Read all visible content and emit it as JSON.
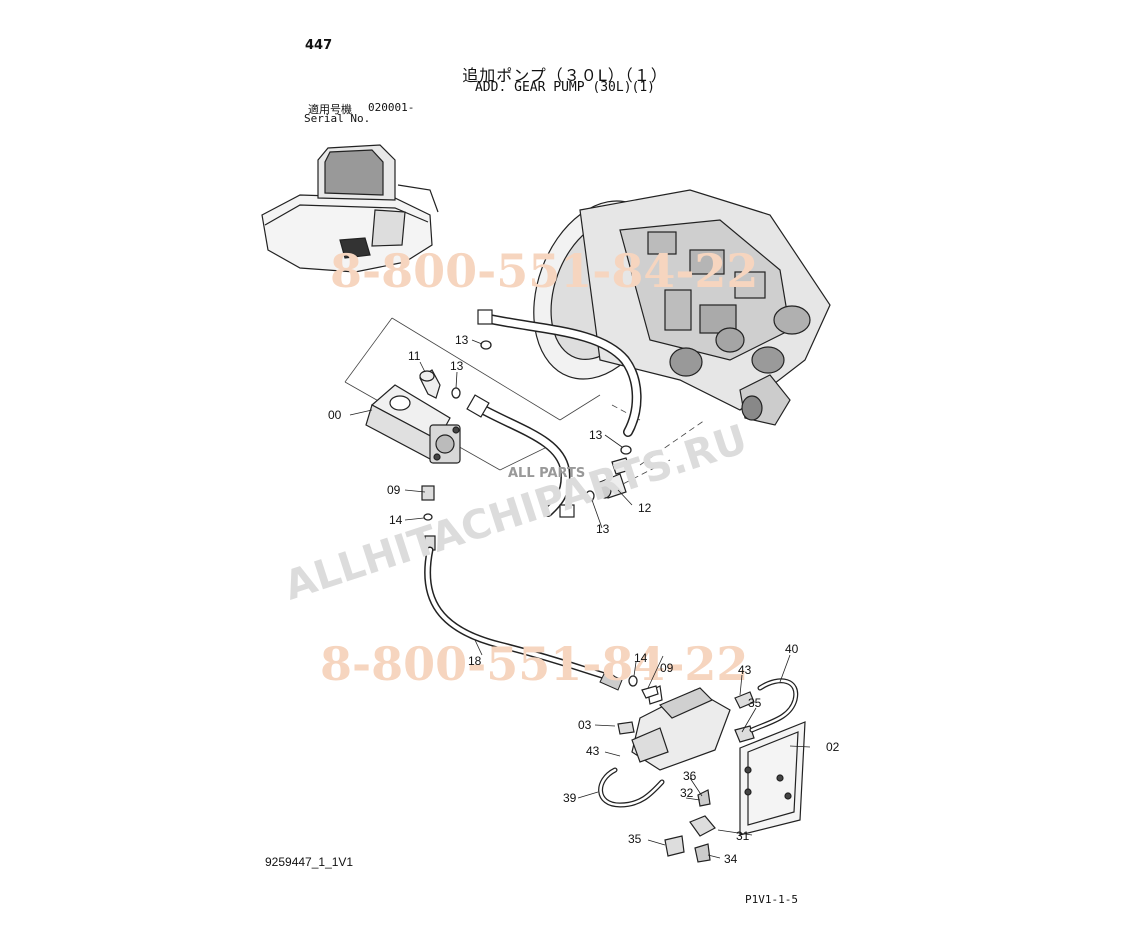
{
  "header": {
    "page_number": "447",
    "title_jp": "追加ポンプ（３０L）（１）",
    "title_en": "ADD. GEAR PUMP (30L)(1)",
    "serial_label_jp": "適用号機",
    "serial_value": "020001-",
    "serial_label_en": "Serial No."
  },
  "footer": {
    "drawing_number": "9259447_1_1V1",
    "page_ref": "P1V1-1-5"
  },
  "watermarks": {
    "phone": "8-800-551-84-22",
    "site": "ALLHITACHIPARTS.RU",
    "logo": "ALL PARTS"
  },
  "callouts": {
    "c00": "00",
    "c02": "02",
    "c03": "03",
    "c09a": "09",
    "c09b": "09",
    "c11": "11",
    "c12": "12",
    "c13a": "13",
    "c13b": "13",
    "c13c": "13",
    "c13d": "13",
    "c14a": "14",
    "c14b": "14",
    "c18": "18",
    "c31": "31",
    "c32": "32",
    "c34": "34",
    "c35a": "35",
    "c35b": "35",
    "c36": "36",
    "c39": "39",
    "c40": "40",
    "c43a": "43",
    "c43b": "43"
  }
}
